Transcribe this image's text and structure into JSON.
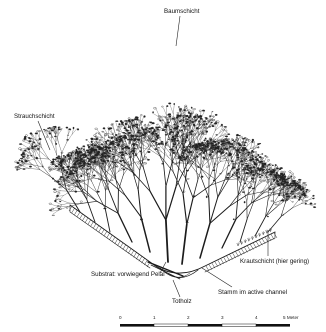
{
  "labels": {
    "baumschicht": "Baumschicht",
    "strauchschicht": "Strauchschicht",
    "krautschicht": "Krautschicht (hier gering)",
    "substrat": "Substrat: vorwiegend Pelal",
    "totholz": "Totholz",
    "stamm": "Stamm im active channel"
  },
  "scale": {
    "ticks": [
      "0",
      "1",
      "2",
      "3",
      "4",
      "5 Meter"
    ]
  }
}
